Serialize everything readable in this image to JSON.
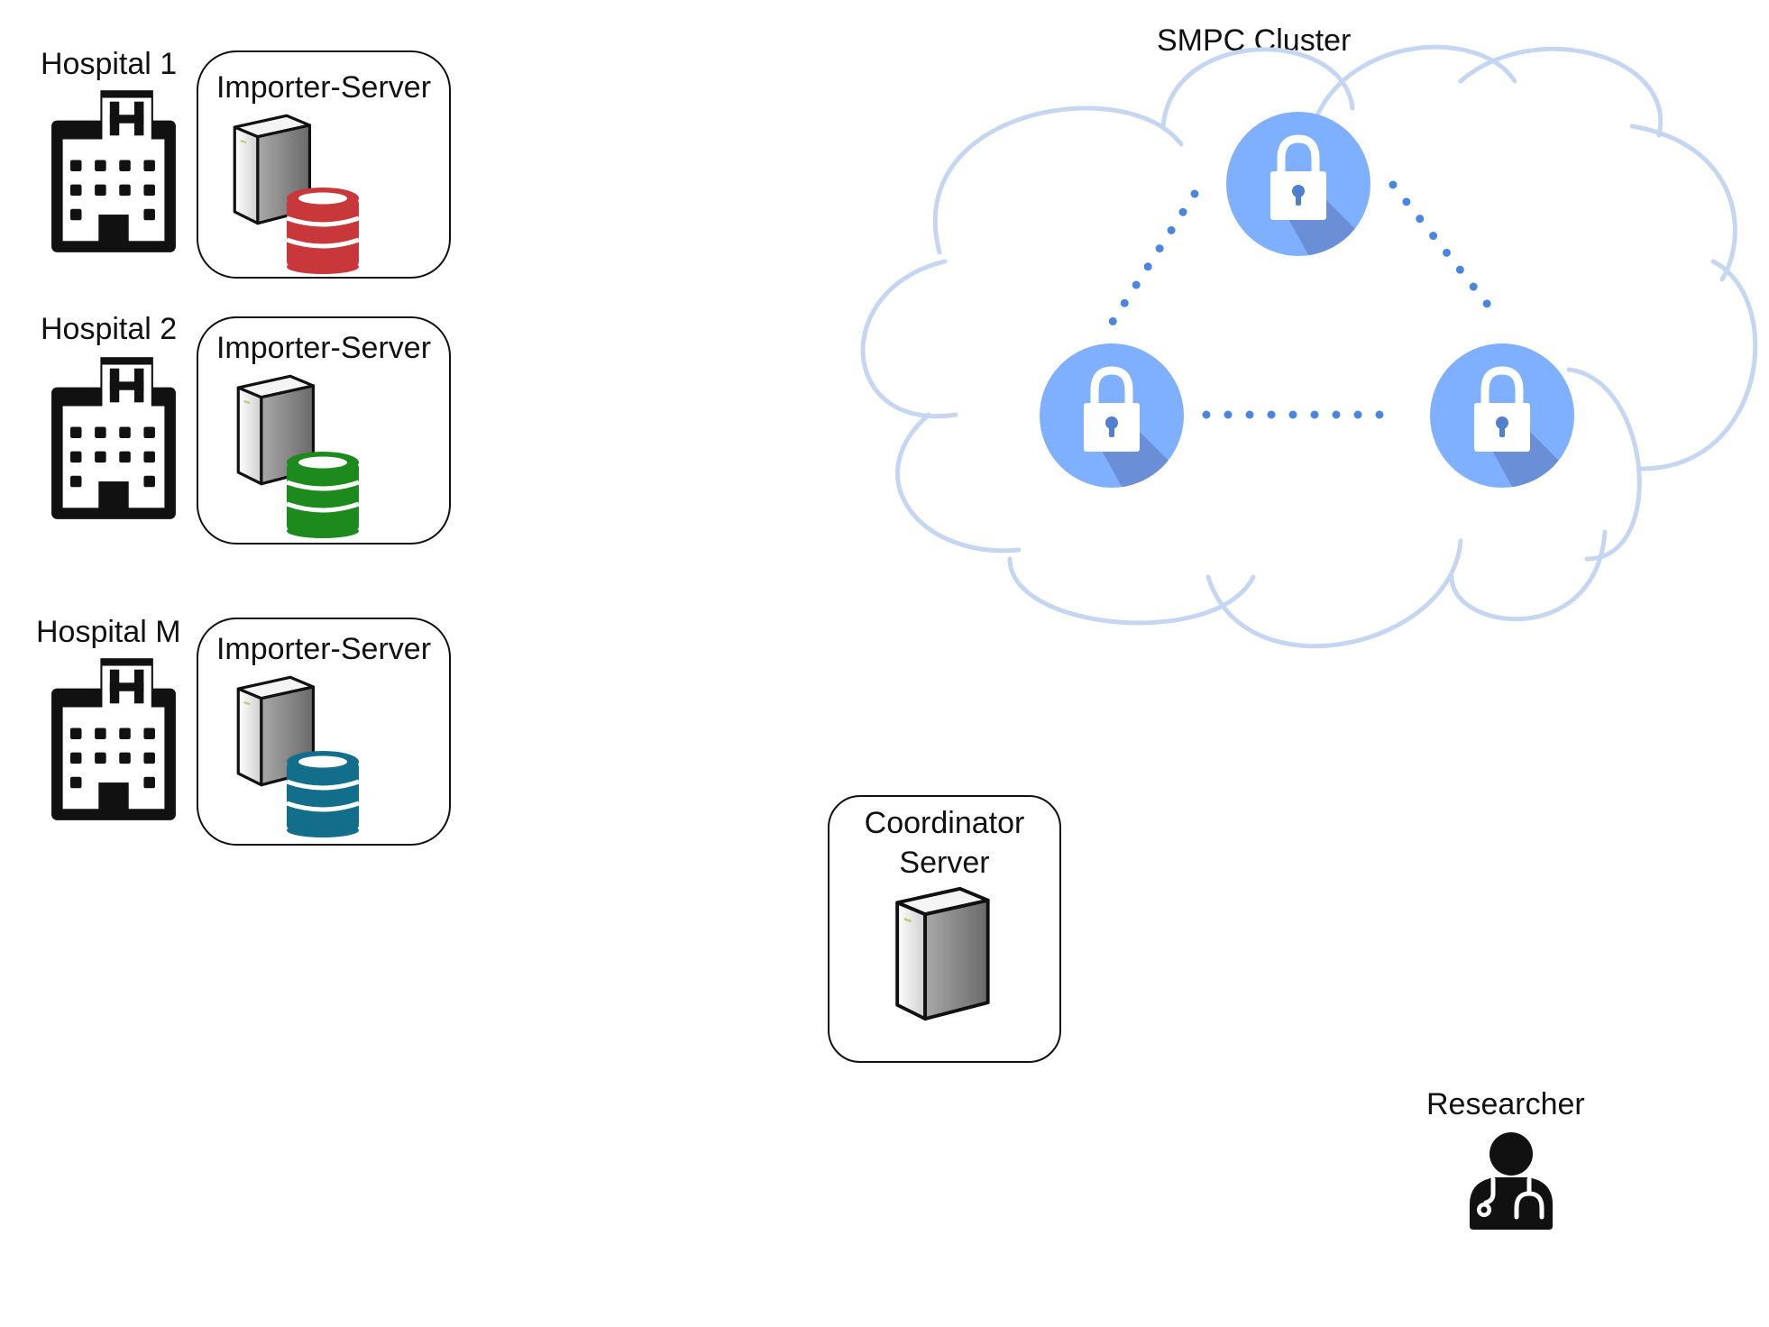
{
  "hospitals": [
    {
      "name": "Hospital 1",
      "server_label": "Importer-Server",
      "db_color": "#c8373a"
    },
    {
      "name": "Hospital 2",
      "server_label": "Importer-Server",
      "db_color": "#1d8a1d"
    },
    {
      "name": "Hospital M",
      "server_label": "Importer-Server",
      "db_color": "#136e8c"
    }
  ],
  "cluster": {
    "title": "SMPC Cluster",
    "cloud_color": "#c5d6f2",
    "node_color": "#7fb0ff",
    "link_color": "#4a86e0",
    "nodes": [
      "lock-icon",
      "lock-icon",
      "lock-icon"
    ]
  },
  "coordinator": {
    "line1": "Coordinator",
    "line2": "Server"
  },
  "researcher": {
    "label": "Researcher",
    "icon": "doctor-icon"
  }
}
